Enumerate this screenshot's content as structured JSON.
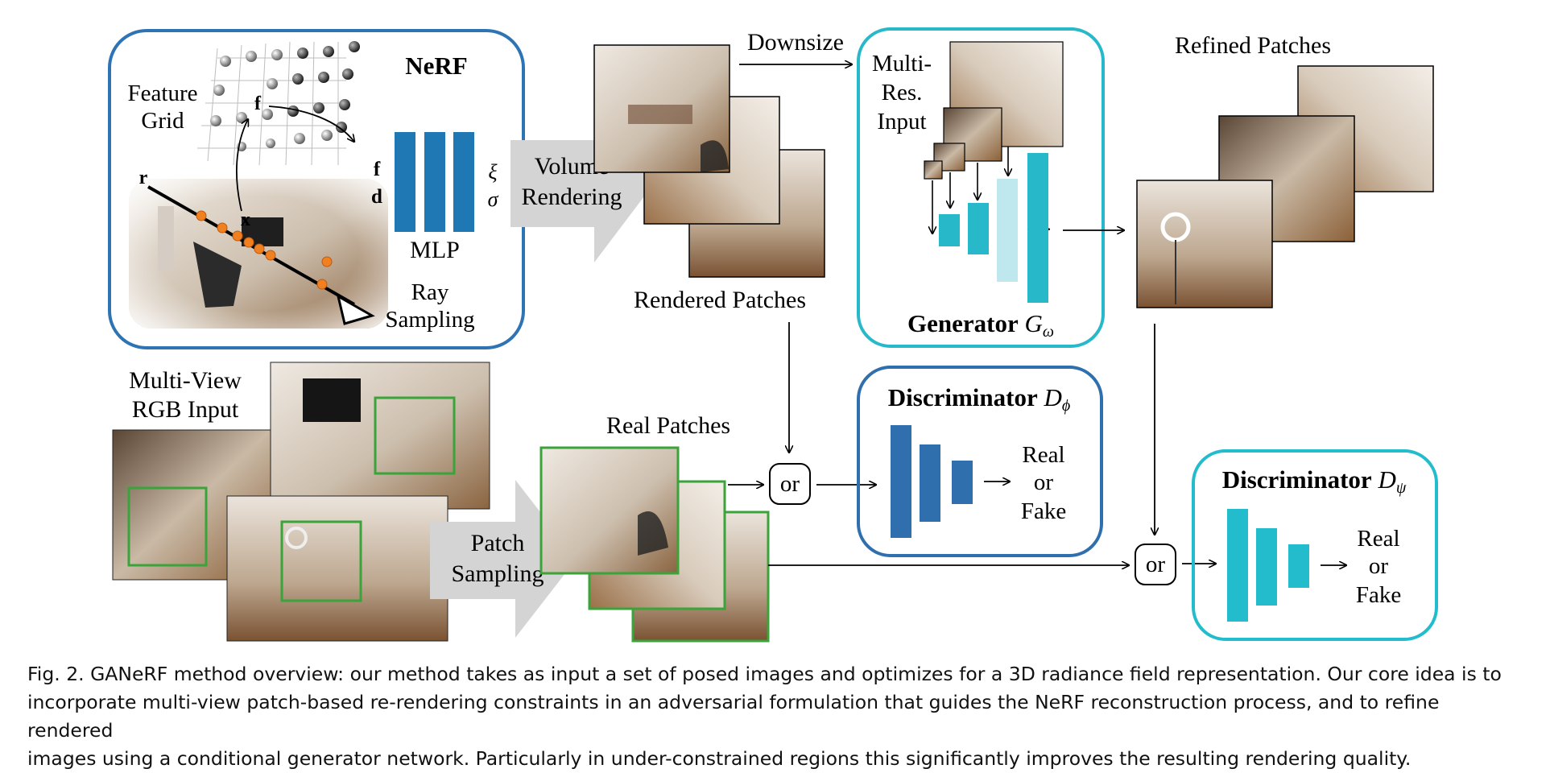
{
  "colors": {
    "nerf_blue": "#2e74b5",
    "mlp_blue": "#1f77b4",
    "teal": "#27b9c9",
    "light_teal": "#bfe8ee",
    "disc_blue": "#2f6fae",
    "disc_teal": "#22bccc",
    "patch_green": "#3aa33a",
    "sample_orange": "#f08020",
    "arrow_gray": "#d4d4d4"
  },
  "nerf": {
    "title": "NeRF",
    "feature_grid_line1": "Feature",
    "feature_grid_line2": "Grid",
    "f_label": "f",
    "r_label": "r",
    "x_label": "x",
    "in_f": "f",
    "in_d": "d",
    "out_xi": "ξ",
    "out_sigma": "σ",
    "mlp_label": "MLP",
    "ray_line1": "Ray",
    "ray_line2": "Sampling"
  },
  "volume_rendering": {
    "line1": "Volume",
    "line2": "Rendering"
  },
  "downsize": "Downsize",
  "rendered_patches": "Rendered Patches",
  "generator": {
    "input_line1": "Multi-",
    "input_line2": "Res.",
    "input_line3": "Input",
    "dots": "· · ·",
    "title": "Generator",
    "symbol": "G",
    "subscript": "ω"
  },
  "refined_patches": "Refined Patches",
  "multi_view": {
    "line1": "Multi-View",
    "line2": "RGB Input"
  },
  "patch_sampling": {
    "line1": "Patch",
    "line2": "Sampling"
  },
  "real_patches": "Real Patches",
  "or_label": "or",
  "disc_phi": {
    "title": "Discriminator",
    "symbol": "D",
    "subscript": "ϕ",
    "out1": "Real",
    "out2": "or",
    "out3": "Fake"
  },
  "disc_psi": {
    "title": "Discriminator",
    "symbol": "D",
    "subscript": "ψ",
    "out1": "Real",
    "out2": "or",
    "out3": "Fake"
  },
  "caption": {
    "line1": "Fig. 2.  GANeRF method overview: our method takes as input a set of posed images and optimizes for a 3D radiance field representation. Our core idea is to",
    "line2": "incorporate multi-view patch-based re-rendering constraints in an adversarial formulation that guides the NeRF reconstruction process, and to refine rendered",
    "line3": "images using a conditional generator network. Particularly in under-constrained regions this significantly improves the resulting rendering quality."
  }
}
